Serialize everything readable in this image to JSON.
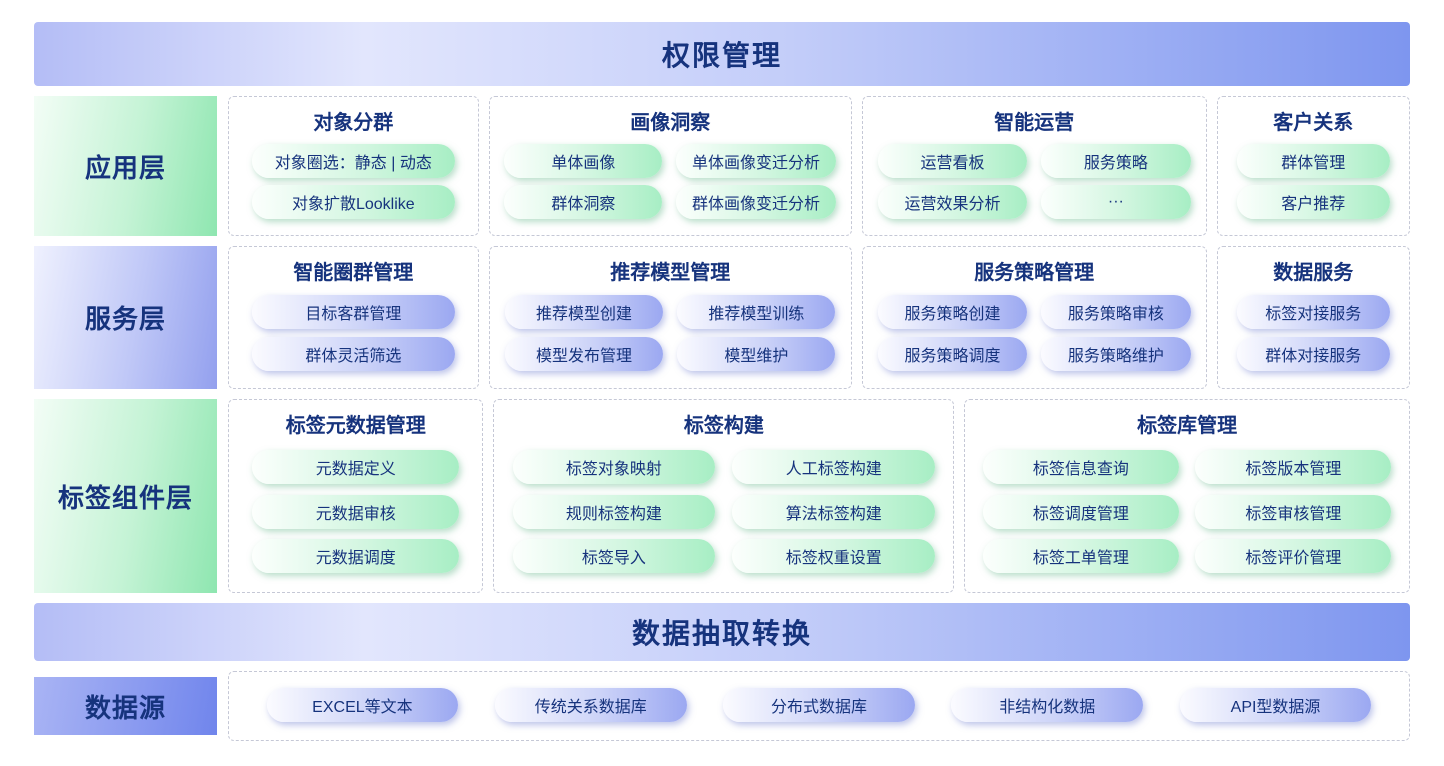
{
  "palette": {
    "title_text": "#16337d",
    "green_accent": "#8ee6b0",
    "purple_accent": "#93a0ee",
    "blue_accent": "#7085ec",
    "banner_gradient_end": "#7e96ef"
  },
  "top_banner": {
    "label": "权限管理"
  },
  "etl_banner": {
    "label": "数据抽取转换"
  },
  "layers": [
    {
      "id": "application-layer",
      "label": "应用层",
      "theme": "green",
      "pill_theme": "green",
      "groups": [
        {
          "title": "对象分群",
          "rows": [
            [
              "对象圈选：静态 | 动态"
            ],
            [
              "对象扩散Looklike"
            ]
          ]
        },
        {
          "title": "画像洞察",
          "rows": [
            [
              "单体画像",
              "单体画像变迁分析"
            ],
            [
              "群体洞察",
              "群体画像变迁分析"
            ]
          ]
        },
        {
          "title": "智能运营",
          "rows": [
            [
              "运营看板",
              "服务策略"
            ],
            [
              "运营效果分析",
              "···"
            ]
          ]
        },
        {
          "title": "客户关系",
          "rows": [
            [
              "群体管理"
            ],
            [
              "客户推荐"
            ]
          ]
        }
      ]
    },
    {
      "id": "service-layer",
      "label": "服务层",
      "theme": "purple",
      "pill_theme": "purple",
      "groups": [
        {
          "title": "智能圈群管理",
          "rows": [
            [
              "目标客群管理"
            ],
            [
              "群体灵活筛选"
            ]
          ]
        },
        {
          "title": "推荐模型管理",
          "rows": [
            [
              "推荐模型创建",
              "推荐模型训练"
            ],
            [
              "模型发布管理",
              "模型维护"
            ]
          ]
        },
        {
          "title": "服务策略管理",
          "rows": [
            [
              "服务策略创建",
              "服务策略审核"
            ],
            [
              "服务策略调度",
              "服务策略维护"
            ]
          ]
        },
        {
          "title": "数据服务",
          "rows": [
            [
              "标签对接服务"
            ],
            [
              "群体对接服务"
            ]
          ]
        }
      ]
    },
    {
      "id": "tag-component-layer",
      "label": "标签组件层",
      "theme": "green",
      "pill_theme": "green",
      "groups": [
        {
          "title": "标签元数据管理",
          "rows": [
            [
              "元数据定义"
            ],
            [
              "元数据审核"
            ],
            [
              "元数据调度"
            ]
          ]
        },
        {
          "title": "标签构建",
          "rows": [
            [
              "标签对象映射",
              "人工标签构建"
            ],
            [
              "规则标签构建",
              "算法标签构建"
            ],
            [
              "标签导入",
              "标签权重设置"
            ]
          ]
        },
        {
          "title": "标签库管理",
          "rows": [
            [
              "标签信息查询",
              "标签版本管理"
            ],
            [
              "标签调度管理",
              "标签审核管理"
            ],
            [
              "标签工单管理",
              "标签评价管理"
            ]
          ]
        }
      ]
    },
    {
      "id": "data-source-layer",
      "label": "数据源",
      "theme": "blue",
      "pill_theme": "purple",
      "groups": [
        {
          "title": "",
          "rows": [
            [
              "EXCEL等文本",
              "传统关系数据库",
              "分布式数据库",
              "非结构化数据",
              "API型数据源"
            ]
          ]
        }
      ]
    }
  ]
}
